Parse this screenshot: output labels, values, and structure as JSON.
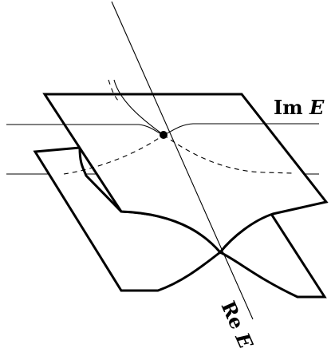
{
  "labels": {
    "im_axis": {
      "prefix": "Im ",
      "var": "E"
    },
    "re_axis": {
      "prefix": "Re ",
      "var": "E"
    }
  }
}
